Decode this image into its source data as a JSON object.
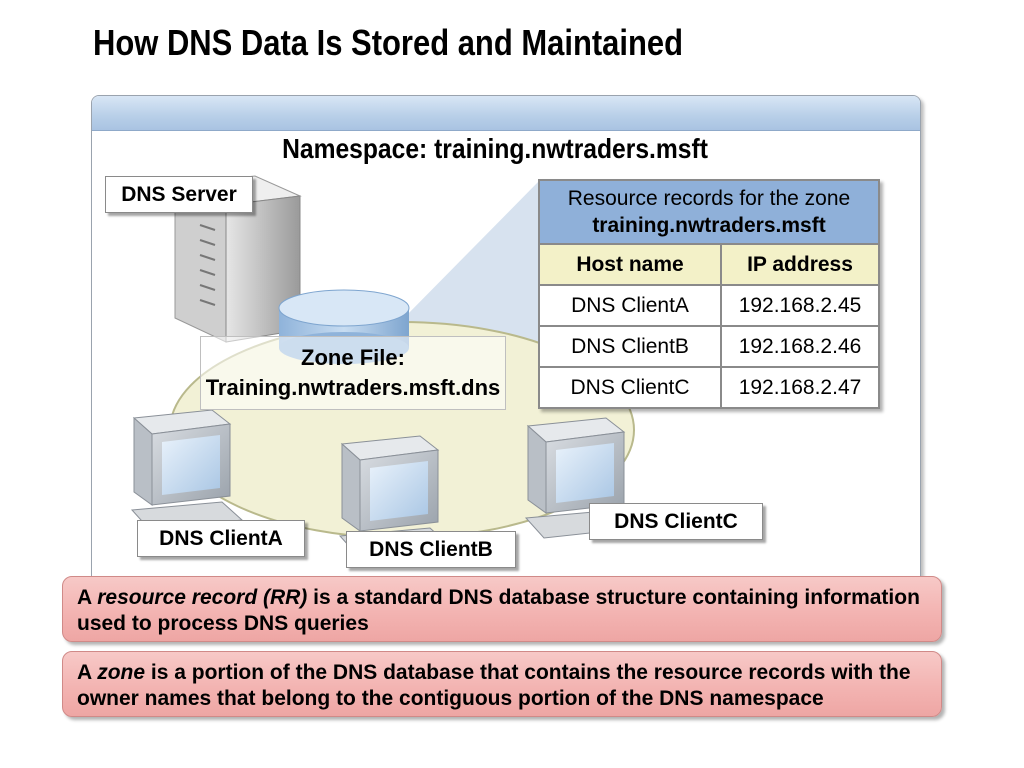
{
  "slide": {
    "title": "How DNS Data Is Stored and Maintained",
    "namespace": "Namespace: training.nwtraders.msft"
  },
  "server": {
    "label": "DNS Server"
  },
  "zone_file": {
    "line1": "Zone File:",
    "line2": "Training.nwtraders.msft.dns"
  },
  "clients": [
    {
      "label": "DNS ClientA"
    },
    {
      "label": "DNS ClientB"
    },
    {
      "label": "DNS ClientC"
    }
  ],
  "records_table": {
    "caption_line1": "Resource records for the zone",
    "caption_line2": "training.nwtraders.msft",
    "headers": [
      "Host name",
      "IP address"
    ],
    "rows": [
      [
        "DNS ClientA",
        "192.168.2.45"
      ],
      [
        "DNS ClientB",
        "192.168.2.46"
      ],
      [
        "DNS ClientC",
        "192.168.2.47"
      ]
    ]
  },
  "notes": [
    {
      "prefix": "A ",
      "term": "resource record (RR)",
      "rest": " is a standard DNS database structure containing information used to process DNS queries"
    },
    {
      "prefix": "A ",
      "term": "zone",
      "rest": " is a portion of the DNS database that contains the resource records with the owner names that belong to the contiguous portion of the DNS namespace"
    }
  ],
  "colors": {
    "table_caption": "#8fb0d9",
    "table_header": "#f3f1c8",
    "note_fill": "#f3b4b2",
    "ellipse_fill": "#f2f1d6",
    "cylinder": "#a9c8e8"
  },
  "icons": [
    "server-icon",
    "database-cylinder-icon",
    "workstation-icon"
  ]
}
